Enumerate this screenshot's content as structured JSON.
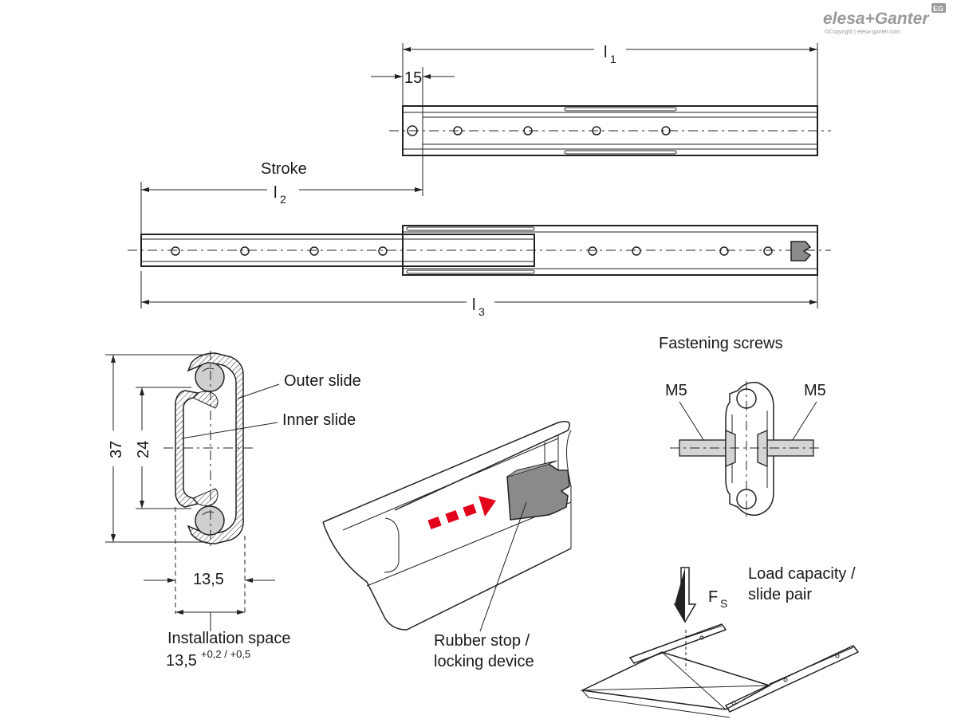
{
  "logo": {
    "brand": "elesa+Ganter",
    "badge": "EG",
    "copyright": "©Copyright | elesa-ganter.com"
  },
  "dimensions": {
    "l1": "l",
    "l1_sub": "1",
    "l2": "l",
    "l2_sub": "2",
    "l3": "l",
    "l3_sub": "3",
    "offset": "15",
    "height_outer": "37",
    "height_inner": "24",
    "width": "13,5"
  },
  "labels": {
    "stroke": "Stroke",
    "outer_slide": "Outer slide",
    "inner_slide": "Inner slide",
    "installation_space": "Installation space",
    "installation_value": "13,5",
    "installation_tolerance": "+0,2 / +0,5",
    "fastening_screws": "Fastening screws",
    "screw_left": "M5",
    "screw_right": "M5",
    "rubber_stop_line1": "Rubber stop /",
    "rubber_stop_line2": "locking device",
    "force_symbol": "F",
    "force_sub": "S",
    "load_line1": "Load capacity /",
    "load_line2": "slide pair"
  },
  "colors": {
    "arrow_red": "#e3001b",
    "stop_gray": "#8a8a8a",
    "ball_gray": "#cfcfcf",
    "logo_gray": "#9a9a9a"
  }
}
